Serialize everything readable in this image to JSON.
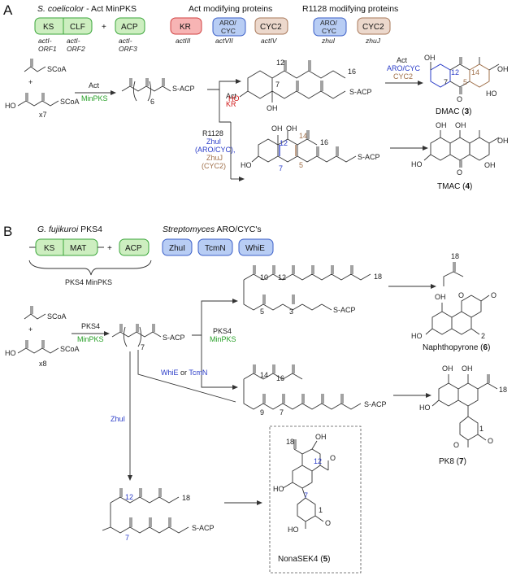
{
  "panelA": {
    "letter": "A",
    "organism": "S. coelicolor",
    "organism_suffix": " - Act MinPKS",
    "act_mod_title": "Act modifying proteins",
    "r1128_mod_title": "R1128 modifying proteins",
    "domains": {
      "ks": "KS",
      "clf": "CLF",
      "plus": "+",
      "acp": "ACP",
      "kr": "KR",
      "aro": "ARO/",
      "cyc": "CYC",
      "cyc2": "CYC2",
      "aro2": "ARO/",
      "cyc3": "CYC",
      "cyc2b": "CYC2"
    },
    "genes": {
      "g1a": "actI-",
      "g1b": "ORF1",
      "g2a": "actI-",
      "g2b": "ORF2",
      "g3a": "actI-",
      "g3b": "ORF3",
      "kr": "actIII",
      "aro": "actVII",
      "cyc2": "actIV",
      "zhui": "zhuI",
      "zhuj": "zhuJ"
    },
    "starters": {
      "scoa1": "SCoA",
      "plus": "+",
      "ho": "HO",
      "scoa2": "SCoA",
      "x7": "x7"
    },
    "arrow1": {
      "top": "Act",
      "bottom": "MinPKS"
    },
    "chain": {
      "sub": "6",
      "sacp": "S-ACP"
    },
    "kr_arrow": {
      "top": "Act",
      "bottom": "KR"
    },
    "kr_product": {
      "n12": "12",
      "n16": "16",
      "n7": "7",
      "ho": "HO",
      "oh": "OH",
      "sacp": "S-ACP"
    },
    "act_arrow": {
      "line1": "Act",
      "line2": "ARO/CYC",
      "line3": "CYC2"
    },
    "dmac": {
      "oh": "OH",
      "n12": "12",
      "n14": "14",
      "n7": "7",
      "n5": "5",
      "o": "O",
      "oh2": "OH",
      "ho": "HO",
      "name": "DMAC (",
      "num": "3",
      "close": ")"
    },
    "r1128_arrow": {
      "line1": "R1128",
      "line2": "ZhuI",
      "line3": "(ARO/CYC),",
      "line4": "ZhuJ",
      "line5": "(CYC2)"
    },
    "r_product": {
      "oh1": "OH",
      "oh2": "OH",
      "n12": "12",
      "n14": "14",
      "n16": "16",
      "n7": "7",
      "n5": "5",
      "ho": "HO",
      "sacp": "S-ACP"
    },
    "tmac": {
      "oh1": "OH",
      "oh2": "OH",
      "o": "O",
      "oh3": "OH",
      "ho": "HO",
      "oh4": "OH",
      "name": "TMAC (",
      "num": "4",
      "close": ")"
    }
  },
  "panelB": {
    "letter": "B",
    "organism": "G. fujikuroi",
    "organism_suffix": " PKS4",
    "strep": "Streptomyces",
    "strep_suffix": " ARO/CYC's",
    "domains": {
      "ks": "KS",
      "mat": "MAT",
      "plus": "+",
      "acp": "ACP",
      "zhui": "ZhuI",
      "tcmn": "TcmN",
      "whie": "WhiE"
    },
    "brace_label": "PKS4 MinPKS",
    "starters": {
      "scoa1": "SCoA",
      "plus": "+",
      "ho": "HO",
      "scoa2": "SCoA",
      "x8": "x8"
    },
    "arrow1": {
      "top": "PKS4",
      "bottom": "MinPKS"
    },
    "chain": {
      "sub": "7",
      "sacp": "S-ACP"
    },
    "pks4_arrow": {
      "top": "PKS4",
      "bottom": "MinPKS"
    },
    "upper": {
      "n10": "10",
      "n12": "12",
      "n18": "18",
      "n5": "5",
      "n3": "3",
      "sacp": "S-ACP"
    },
    "naphtho": {
      "n18": "18",
      "oh1": "OH",
      "o1": "O",
      "o2": "O",
      "ho": "HO",
      "n2": "2",
      "name": "Naphthopyrone (",
      "num": "6",
      "close": ")"
    },
    "whie_arrow": {
      "a": "WhiE",
      "or": " or ",
      "b": "TcmN"
    },
    "lower": {
      "n14": "14",
      "n16": "16",
      "n9": "9",
      "n7": "7",
      "sacp": "S-ACP"
    },
    "pk8": {
      "oh1": "OH",
      "oh2": "OH",
      "n18": "18",
      "ho": "HO",
      "o": "O",
      "n1": "1",
      "o2": "O",
      "name": "PK8 (",
      "num": "7",
      "close": ")"
    },
    "zhui_arrow": "ZhuI",
    "zhui_product": {
      "n12": "12",
      "n18": "18",
      "n7": "7",
      "sacp": "S-ACP"
    },
    "sek4": {
      "n18": "18",
      "oh": "OH",
      "n12": "12",
      "n7": "7",
      "ho": "HO",
      "ho2": "HO",
      "o": "O",
      "o2": "O",
      "n1": "1",
      "name": "NonaSEK4 (",
      "num": "5",
      "close": ")"
    }
  },
  "colors": {
    "green_fill": "#cdeec0",
    "green_stroke": "#3aa63a",
    "red_fill": "#f7b4b4",
    "red_stroke": "#d04040",
    "blue_fill": "#b8cdf4",
    "blue_stroke": "#3b5fc8",
    "tan_fill": "#ecd8cc",
    "tan_stroke": "#a8785a"
  }
}
